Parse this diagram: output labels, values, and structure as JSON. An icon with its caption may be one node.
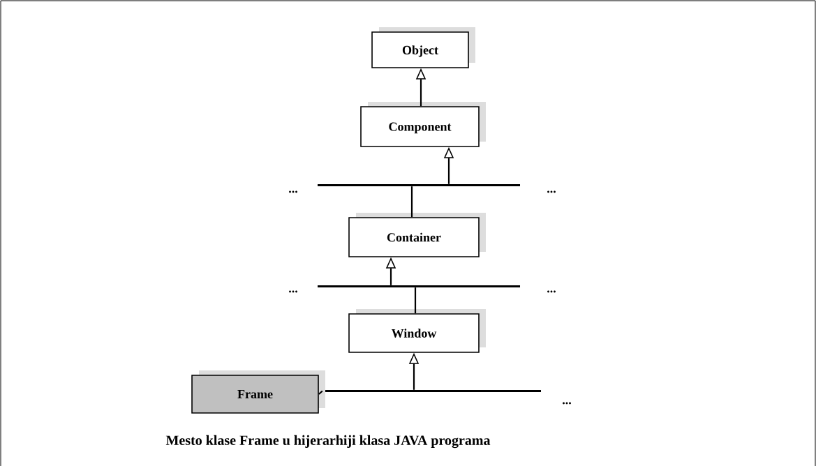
{
  "diagram": {
    "caption": "Mesto klase Frame u hijerarhiji klasa JAVA programa",
    "nodes": [
      {
        "text": [
          "Object"
        ]
      },
      {
        "text": [
          "Component"
        ]
      },
      {
        "text": [],
        "shape": "bar"
      },
      {
        "text": [
          "Container"
        ]
      },
      {
        "text": [],
        "shape": "bar"
      },
      {
        "text": [
          "Window"
        ]
      },
      {
        "text": [],
        "shape": "bar"
      },
      {
        "text": [
          "Frame"
        ]
      }
    ],
    "edges": [
      {
        "from": 1,
        "to": 0,
        "arrow": "to"
      },
      {
        "from": 2,
        "to": 1,
        "arrow": "to"
      },
      {
        "from": 3,
        "to": 2,
        "arrow": "none"
      },
      {
        "from": 4,
        "to": 3,
        "arrow": "to"
      },
      {
        "from": 5,
        "to": 4,
        "arrow": "none"
      },
      {
        "from": 6,
        "to": 5,
        "arrow": "to"
      },
      {
        "from": 7,
        "to": 6,
        "arrow": "none"
      }
    ],
    "labels": [
      "...",
      "...",
      "...",
      "...",
      "..."
    ]
  }
}
